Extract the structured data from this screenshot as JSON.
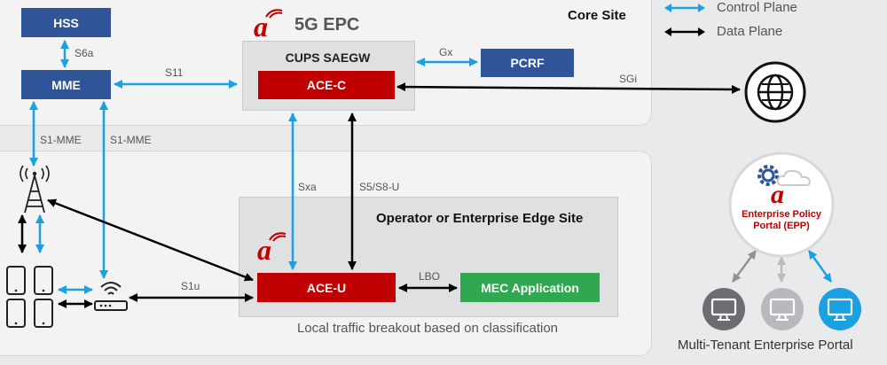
{
  "title": "5G EPC",
  "core_site_label": "Core Site",
  "edge_site_label": "Operator or Enterprise Edge Site",
  "legend": {
    "control_plane": "Control Plane",
    "data_plane": "Data Plane"
  },
  "nodes": {
    "hss": "HSS",
    "mme": "MME",
    "cups_saegw": "CUPS SAEGW",
    "ace_c": "ACE-C",
    "pcrf": "PCRF",
    "ace_u": "ACE-U",
    "mec": "MEC Application"
  },
  "interfaces": {
    "s6a": "S6a",
    "s11": "S11",
    "gx": "Gx",
    "sgi": "SGi",
    "s1mme_left": "S1-MME",
    "s1mme_right": "S1-MME",
    "sxa": "Sxa",
    "s5s8u": "S5/S8-U",
    "s1u": "S1u",
    "lbo": "LBO"
  },
  "breakout_caption": "Local traffic breakout based on classification",
  "epp_label": "Enterprise Policy Portal (EPP)",
  "portal_label": "Multi-Tenant Enterprise Portal",
  "logo_letter": "a",
  "colors": {
    "control_plane": "#1ba1e2",
    "data_plane": "#000000",
    "node_blue": "#2f5497",
    "node_red": "#c00000",
    "node_green": "#2fa84f"
  }
}
